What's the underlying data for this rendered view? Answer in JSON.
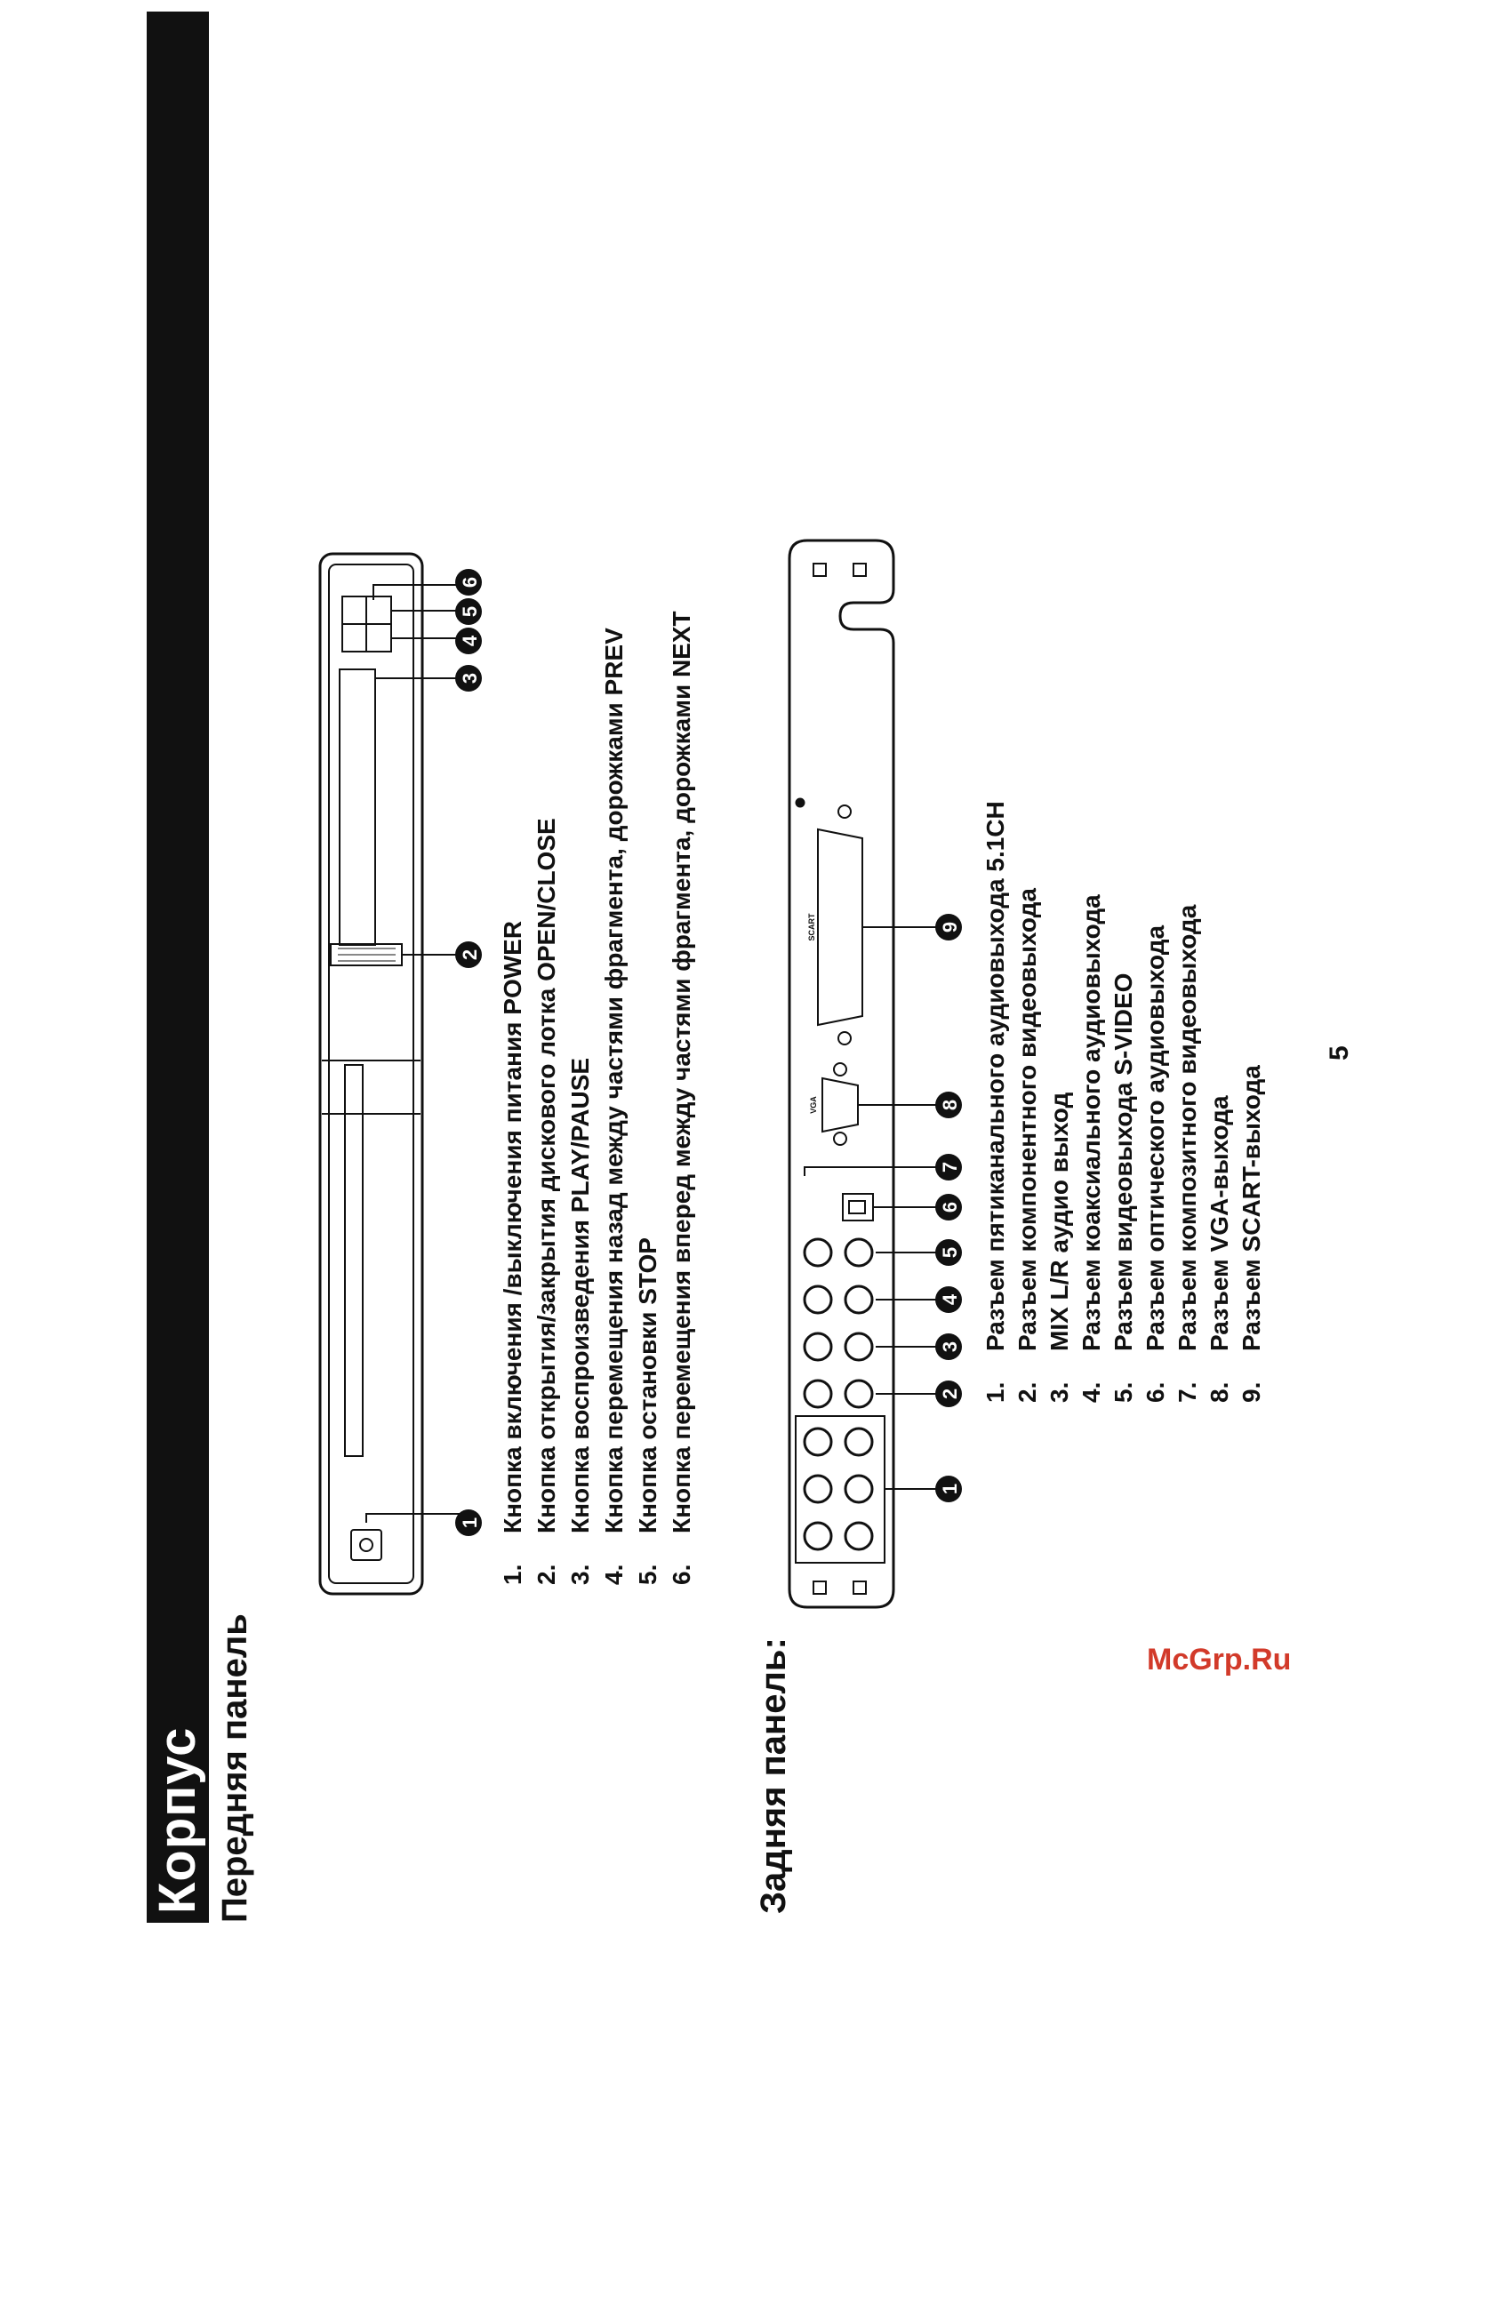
{
  "header": {
    "title": "Корпус",
    "front_heading": "Передняя панель",
    "rear_heading": "Задняя панель:"
  },
  "front_panel": {
    "callouts": [
      "1",
      "2",
      "3",
      "4",
      "5",
      "6"
    ],
    "items": [
      {
        "num": "1.",
        "text": "Кнопка включения /выключения питания POWER"
      },
      {
        "num": "2.",
        "text": "Кнопка открытия/закрытия дискового лотка OPEN/CLOSE"
      },
      {
        "num": "3.",
        "text": "Кнопка воспроизведения PLAY/PAUSE"
      },
      {
        "num": "4.",
        "text": "Кнопка перемещения назад между частями фрагмента, дорожками PREV"
      },
      {
        "num": "5.",
        "text": "Кнопка остановки STOP"
      },
      {
        "num": "6.",
        "text": "Кнопка перемещения вперед между частями фрагмента, дорожками NEXT"
      }
    ]
  },
  "rear_panel": {
    "callouts": [
      "1",
      "2",
      "3",
      "4",
      "5",
      "6",
      "7",
      "8",
      "9"
    ],
    "port_labels": {
      "vga": "VGA",
      "scart": "SCART"
    },
    "items": [
      {
        "num": "1.",
        "text": "Разъем пятиканального аудиовыхода 5.1CH"
      },
      {
        "num": "2.",
        "text": "Разъем компонентного видеовыхода"
      },
      {
        "num": "3.",
        "text": "MIX L/R аудио выход"
      },
      {
        "num": "4.",
        "text": "Разъем коаксиального аудиовыхода"
      },
      {
        "num": "5.",
        "text": "Разъем видеовыхода S-VIDEO"
      },
      {
        "num": "6.",
        "text": "Разъем оптического аудиовыхода"
      },
      {
        "num": "7.",
        "text": "Разъем композитного видеовыхода"
      },
      {
        "num": "8.",
        "text": "Разъем VGA-выхода"
      },
      {
        "num": "9.",
        "text": "Разъем SCART-выхода"
      }
    ]
  },
  "page_number": "5",
  "watermark": "McGrp.Ru"
}
